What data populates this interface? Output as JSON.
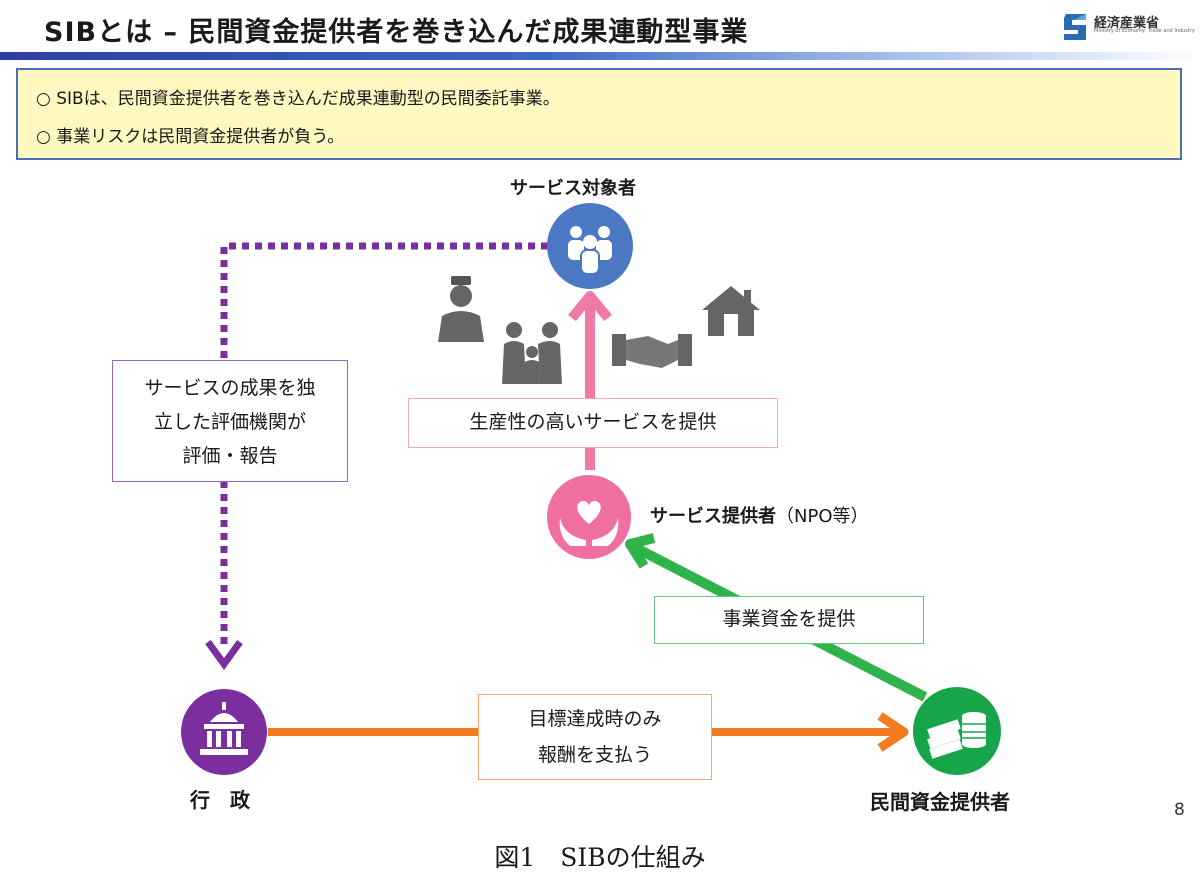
{
  "header": {
    "title": "SIBとは – 民間資金提供者を巻き込んだ成果連動型事業",
    "logo_text": "経済産業省",
    "logo_subtext": "Ministry of Economy, Trade and Industry"
  },
  "summary": {
    "bullet": "○",
    "lines": [
      "SIBは、民間資金提供者を巻き込んだ成果連動型の民間委託事業。",
      "事業リスクは民間資金提供者が負う。"
    ]
  },
  "diagram": {
    "nodes": {
      "service_target": {
        "label": "サービス対象者",
        "color": "#4a78c2",
        "icon": "people-group-icon"
      },
      "service_provider": {
        "label": "サービス提供者",
        "suffix": "（NPO等）",
        "color": "#f06fa0",
        "icon": "hands-heart-icon"
      },
      "government": {
        "label": "行　政",
        "color": "#7b2f9e",
        "icon": "government-building-icon"
      },
      "private_funder": {
        "label": "民間資金提供者",
        "color": "#17a54a",
        "icon": "money-stack-icon"
      }
    },
    "edges": {
      "provide_service": {
        "label": "生産性の高いサービスを提供",
        "color": "#f07aa6"
      },
      "provide_funds": {
        "label": "事業資金を提供",
        "color": "#2fb34a"
      },
      "pay_on_outcome": {
        "lines": [
          "目標達成時のみ",
          "報酬を支払う"
        ],
        "color": "#f47b20"
      },
      "evaluation": {
        "lines": [
          "サービスの成果を独",
          "立した評価機関が",
          "評価・報告"
        ],
        "color": "#7b2f9e"
      }
    },
    "service_icons": [
      "nurse-icon",
      "family-icon",
      "handshake-icon",
      "house-icon"
    ]
  },
  "page_number": "8",
  "caption": "図1　SIBの仕組み"
}
